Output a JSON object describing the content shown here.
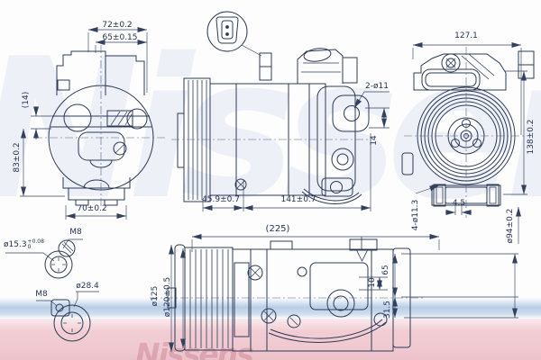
{
  "watermark": {
    "brand": "Nissens"
  },
  "colors": {
    "line": "#2d3a55",
    "dimension": "#33415f",
    "band_blue": "#b9cde6",
    "band_pink": "#f0c9d0",
    "watermark_blue": "#6e85b8",
    "watermark_pink": "#c97f93"
  },
  "labels": {
    "rear_w1": "72±0.2",
    "rear_w2": "65±0.15",
    "rear_off": "(14)",
    "rear_h": "83±0.2",
    "rear_foot": "70±0.2",
    "side_pulley": "45.9±0.7",
    "side_len": "141±0.7",
    "side_holes": "2-ø11",
    "side_lug": "14",
    "front_w": "127.1",
    "front_h": "138±0.2",
    "front_bc": "ø94±0.2",
    "front_holes": "4-ø11.3",
    "front_off": "4.5",
    "bottom_len": "(225)",
    "bottom_d1": "ø125",
    "bottom_d2": "ø120±0.5",
    "bottom_h1": "65",
    "bottom_h2": "10",
    "bottom_h3": "31.5",
    "port1_dia": "ø15.3",
    "port1_tol_hi": "+0.08",
    "port1_tol_lo": "0",
    "port1_thread": "M8",
    "port2_thread": "M8",
    "port2_dia": "ø28.4"
  }
}
